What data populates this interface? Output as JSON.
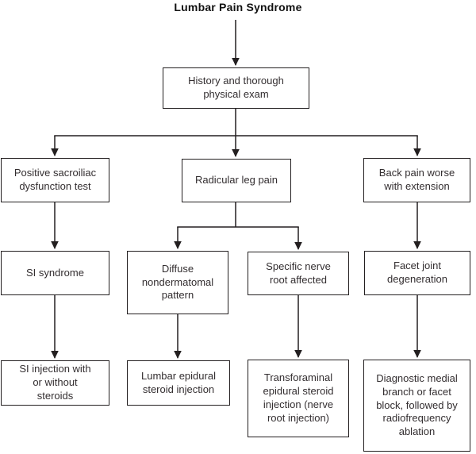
{
  "title": "Lumbar Pain Syndrome",
  "nodes": {
    "history": "History and thorough physical exam",
    "sacroiliac_test": "Positive sacroiliac dysfunction test",
    "radicular": "Radicular leg pain",
    "back_pain": "Back pain worse with extension",
    "si_syndrome": "SI syndrome",
    "diffuse": "Diffuse nondermatomal pattern",
    "specific_nerve": "Specific nerve root affected",
    "facet": "Facet joint degeneration",
    "si_injection": "SI injection with or without steroids",
    "lumbar_epidural": "Lumbar epidural steroid injection",
    "transforaminal": "Transforaminal epidural steroid injection (nerve root injection)",
    "diagnostic_block": "Diagnostic medial branch or facet block, followed by radiofrequency ablation"
  },
  "edges": [
    {
      "from": "title",
      "to": "history"
    },
    {
      "from": "history",
      "to": "sacroiliac_test"
    },
    {
      "from": "history",
      "to": "radicular"
    },
    {
      "from": "history",
      "to": "back_pain"
    },
    {
      "from": "sacroiliac_test",
      "to": "si_syndrome"
    },
    {
      "from": "radicular",
      "to": "diffuse"
    },
    {
      "from": "radicular",
      "to": "specific_nerve"
    },
    {
      "from": "back_pain",
      "to": "facet"
    },
    {
      "from": "si_syndrome",
      "to": "si_injection"
    },
    {
      "from": "diffuse",
      "to": "lumbar_epidural"
    },
    {
      "from": "specific_nerve",
      "to": "transforaminal"
    },
    {
      "from": "facet",
      "to": "diagnostic_block"
    }
  ],
  "colors": {
    "line": "#231f20",
    "text": "#332e30",
    "box_bg": "#ffffff"
  }
}
